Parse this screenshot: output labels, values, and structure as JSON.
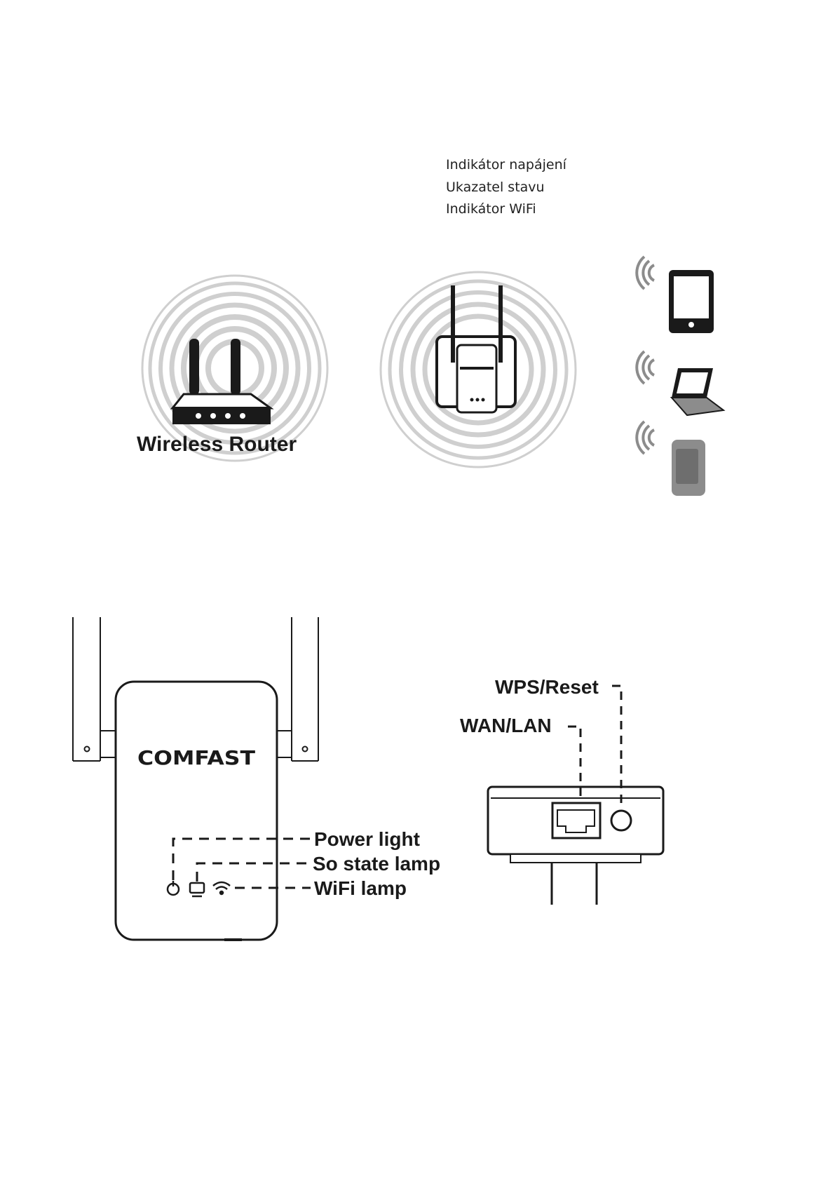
{
  "captions": {
    "power_indicator": "Indikátor napájení",
    "state_indicator": "Ukazatel stavu",
    "wifi_indicator": "Indikátor WiFi"
  },
  "network": {
    "router_label": "Wireless Router"
  },
  "extender_front": {
    "brand": "COMFAST",
    "power_light": "Power light",
    "state_lamp": "So state lamp",
    "wifi_lamp": "WiFi  lamp"
  },
  "extender_bottom": {
    "wps_reset": "WPS/Reset",
    "wan_lan": "WAN/LAN"
  },
  "colors": {
    "ring": "#cfcfcf",
    "line": "#1a1a1a",
    "device_gray": "#8c8c8c"
  }
}
